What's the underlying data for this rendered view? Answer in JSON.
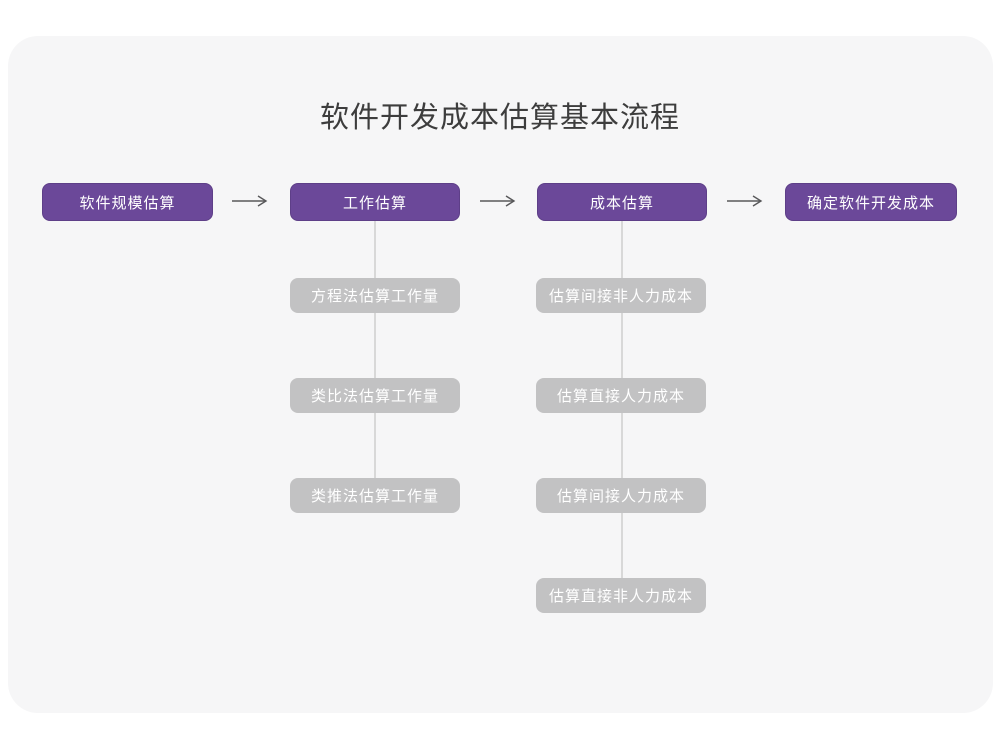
{
  "title": "软件开发成本估算基本流程",
  "colors": {
    "purple_node": "#6b4899",
    "gray_node": "#c2c2c3",
    "connector_line": "#d8d8d8",
    "arrow": "#58585a",
    "card_background": "#f6f6f7",
    "title_text": "#3d3d3d"
  },
  "main_flow": [
    {
      "label": "软件规模估算"
    },
    {
      "label": "工作估算"
    },
    {
      "label": "成本估算"
    },
    {
      "label": "确定软件开发成本"
    }
  ],
  "sub_flows": [
    {
      "parent": "工作估算",
      "steps": [
        {
          "label": "方程法估算工作量"
        },
        {
          "label": "类比法估算工作量"
        },
        {
          "label": "类推法估算工作量"
        }
      ]
    },
    {
      "parent": "成本估算",
      "steps": [
        {
          "label": "估算间接非人力成本"
        },
        {
          "label": "估算直接人力成本"
        },
        {
          "label": "估算间接人力成本"
        },
        {
          "label": "估算直接非人力成本"
        }
      ]
    }
  ]
}
